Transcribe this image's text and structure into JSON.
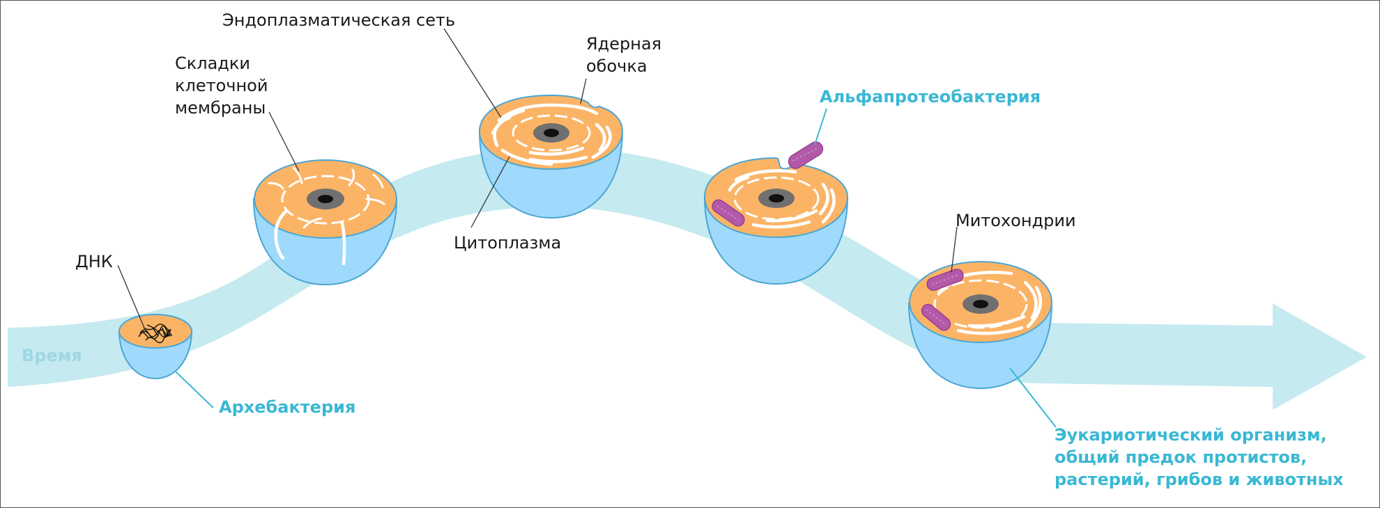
{
  "time_axis": {
    "label": "Время"
  },
  "labels": {
    "dna": "ДНК",
    "archaebacterium": "Архебактерия",
    "membrane_folds": [
      "Складки",
      "клеточной",
      "мембраны"
    ],
    "endoplasmic_reticulum": "Эндоплазматическая сеть",
    "nuclear_envelope": [
      "Ядерная",
      "обочка"
    ],
    "cytoplasm": "Цитоплазма",
    "alphaproteobacterium": "Альфапротеобактерия",
    "mitochondria": "Митохондрии",
    "eukaryote": [
      "Эукариотический организм,",
      "общий предок протистов,",
      "растерий, грибов и животных"
    ]
  },
  "colors": {
    "arrow": "#c5eaf0",
    "cytoplasm": "#fbb466",
    "cell_body": "#9fd9fb",
    "accent_label": "#3ab8d3",
    "mitochondrion": "#b25aa7"
  },
  "stages": [
    {
      "name": "archaebacterium",
      "shows": [
        "dna"
      ]
    },
    {
      "name": "membrane-folding",
      "shows": [
        "membrane_folds",
        "nucleus"
      ]
    },
    {
      "name": "endomembrane-system",
      "shows": [
        "endoplasmic_reticulum",
        "nuclear_envelope",
        "cytoplasm"
      ]
    },
    {
      "name": "endosymbiosis",
      "shows": [
        "alphaproteobacterium"
      ]
    },
    {
      "name": "eukaryote",
      "shows": [
        "mitochondria"
      ]
    }
  ]
}
